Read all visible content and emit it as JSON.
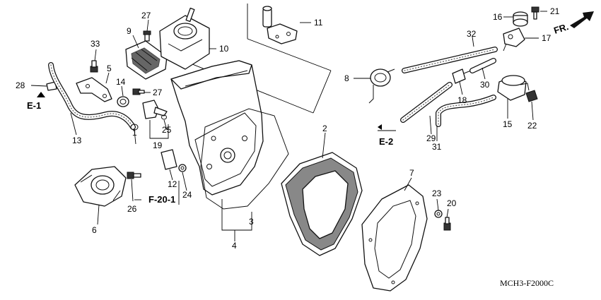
{
  "diagram": {
    "code": "MCH3-F2000C",
    "direction_label": "FR.",
    "ref_labels": {
      "e1": "E-1",
      "e2": "E-2",
      "f201": "F-20-1"
    },
    "callouts": {
      "c1": "1",
      "c2": "2",
      "c3": "3",
      "c4": "4",
      "c5": "5",
      "c6": "6",
      "c7": "7",
      "c8": "8",
      "c9": "9",
      "c10": "10",
      "c11": "11",
      "c12": "12",
      "c13": "13",
      "c14": "14",
      "c15": "15",
      "c16": "16",
      "c17": "17",
      "c18": "18",
      "c19": "19",
      "c20": "20",
      "c21": "21",
      "c22": "22",
      "c23": "23",
      "c24": "24",
      "c25": "25",
      "c26": "26",
      "c27a": "27",
      "c27b": "27",
      "c28": "28",
      "c29": "29",
      "c30": "30",
      "c31": "31",
      "c32": "32",
      "c33": "33"
    }
  }
}
